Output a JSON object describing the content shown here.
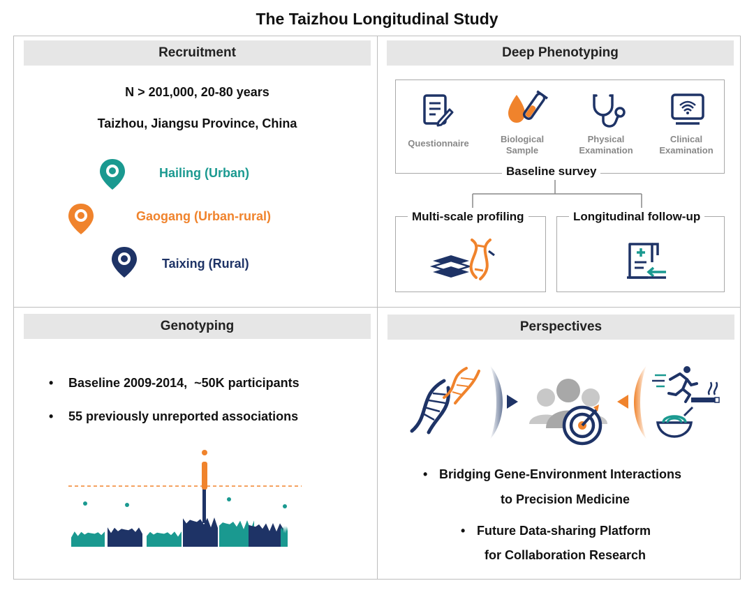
{
  "title": "The Taizhou Longitudinal Study",
  "recruitment": {
    "header": "Recruitment",
    "line1": "N > 201,000, 20-80 years",
    "line2": "Taizhou, Jiangsu Province, China",
    "sites": [
      {
        "label": "Hailing (Urban)",
        "color": "#1a9990"
      },
      {
        "label": "Gaogang (Urban-rural)",
        "color": "#f0832c"
      },
      {
        "label": "Taixing (Rural)",
        "color": "#1e3366"
      }
    ]
  },
  "phenotyping": {
    "header": "Deep Phenotyping",
    "items": [
      {
        "label": "Questionnaire",
        "icon": "questionnaire-icon"
      },
      {
        "label": "Biological Sample",
        "icon": "blood-sample-icon"
      },
      {
        "label": "Physical Examination",
        "icon": "stethoscope-icon"
      },
      {
        "label": "Clinical Examination",
        "icon": "ultrasound-icon"
      }
    ],
    "baseline": "Baseline survey",
    "multiscale": "Multi-scale profiling",
    "followup": "Longitudinal follow-up"
  },
  "genotyping": {
    "header": "Genotyping",
    "bullets": [
      "Baseline 2009-2014,  ~50K participants",
      "55 previously unreported associations"
    ]
  },
  "perspectives": {
    "header": "Perspectives",
    "bullet1_line1": "Bridging Gene-Environment Interactions",
    "bullet1_line2": "to Precision Medicine",
    "bullet2_line1": "Future Data-sharing Platform",
    "bullet2_line2": "for Collaboration Research"
  },
  "colors": {
    "teal": "#1a9990",
    "orange": "#f0832c",
    "navy": "#1e3366",
    "gray": "#bdbdbd"
  }
}
